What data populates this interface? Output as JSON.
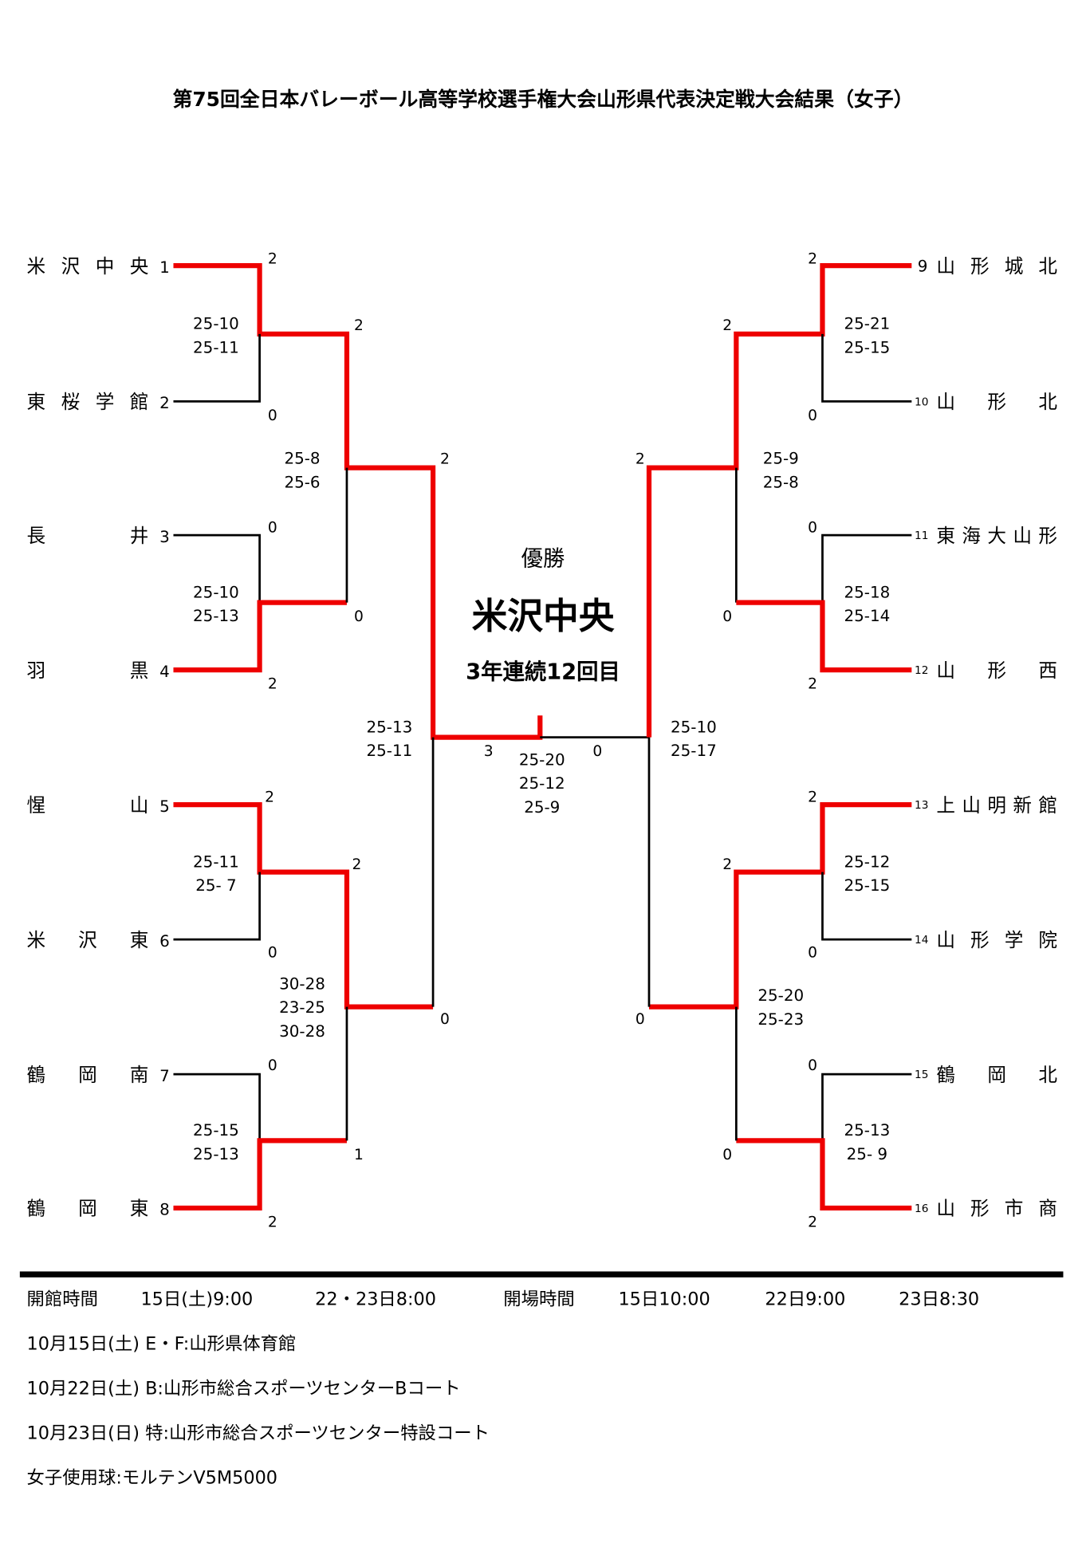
{
  "title": "第75回全日本バレーボール高等学校選手権大会山形県代表決定戦大会結果（女子）",
  "colors": {
    "winner": "#ee0000",
    "line": "#000000"
  },
  "teams_left": [
    {
      "name": "米沢中央",
      "seed": "1"
    },
    {
      "name": "東桜学館",
      "seed": "2"
    },
    {
      "name": "長井",
      "seed": "3"
    },
    {
      "name": "羽黒",
      "seed": "4"
    },
    {
      "name": "惺山",
      "seed": "5"
    },
    {
      "name": "米沢東",
      "seed": "6"
    },
    {
      "name": "鶴岡南",
      "seed": "7"
    },
    {
      "name": "鶴岡東",
      "seed": "8"
    }
  ],
  "teams_right": [
    {
      "name": "山形城北",
      "seed": "9"
    },
    {
      "name": "山形北",
      "seed": "10"
    },
    {
      "name": "東海大山形",
      "seed": "11"
    },
    {
      "name": "山形西",
      "seed": "12"
    },
    {
      "name": "上山明新館",
      "seed": "13"
    },
    {
      "name": "山形学院",
      "seed": "14"
    },
    {
      "name": "鶴岡北",
      "seed": "15"
    },
    {
      "name": "山形市商",
      "seed": "16"
    }
  ],
  "matches": [
    {
      "id": "L1-1",
      "scores": [
        "2",
        "0"
      ],
      "sets": [
        "25-10",
        "25-11"
      ]
    },
    {
      "id": "L1-2",
      "scores": [
        "0",
        "2"
      ],
      "sets": [
        "25-10",
        "25-13"
      ]
    },
    {
      "id": "L1-3",
      "scores": [
        "2",
        "0"
      ],
      "sets": [
        "25-11",
        "25- 7"
      ]
    },
    {
      "id": "L1-4",
      "scores": [
        "0",
        "2"
      ],
      "sets": [
        "25-15",
        "25-13"
      ]
    },
    {
      "id": "L2-1",
      "scores": [
        "2",
        "0"
      ],
      "sets": [
        "25-8",
        "25-6"
      ]
    },
    {
      "id": "L2-2",
      "scores": [
        "2",
        "1"
      ],
      "sets": [
        "30-28",
        "23-25",
        "30-28"
      ]
    },
    {
      "id": "L3",
      "scores": [
        "2",
        "0"
      ],
      "sets": [
        "25-13",
        "25-11"
      ]
    },
    {
      "id": "F",
      "scores": [
        "3",
        "0"
      ],
      "sets": [
        "25-20",
        "25-12",
        "25-9"
      ]
    },
    {
      "id": "R1-1",
      "scores": [
        "2",
        "0"
      ],
      "sets": [
        "25-21",
        "25-15"
      ]
    },
    {
      "id": "R1-2",
      "scores": [
        "0",
        "2"
      ],
      "sets": [
        "25-18",
        "25-14"
      ]
    },
    {
      "id": "R1-3",
      "scores": [
        "2",
        "0"
      ],
      "sets": [
        "25-12",
        "25-15"
      ]
    },
    {
      "id": "R1-4",
      "scores": [
        "0",
        "2"
      ],
      "sets": [
        "25-13",
        "25- 9"
      ]
    },
    {
      "id": "R2-1",
      "scores": [
        "2",
        "0"
      ],
      "sets": [
        "25-9",
        "25-8"
      ]
    },
    {
      "id": "R2-2",
      "scores": [
        "2",
        "0"
      ],
      "sets": [
        "25-20",
        "25-23"
      ]
    },
    {
      "id": "R3",
      "scores": [
        "2",
        "0"
      ],
      "sets": [
        "25-10",
        "25-17"
      ]
    }
  ],
  "champion": {
    "label": "優勝",
    "name": "米沢中央",
    "note": "3年連続12回目"
  },
  "footer": {
    "hours": [
      "開館時間",
      "15日(土)9:00",
      "22・23日8:00",
      "開場時間",
      "15日10:00",
      "22日9:00",
      "23日8:30"
    ],
    "lines": [
      "10月15日(土)  E・F:山形県体育館",
      "10月22日(土)  B:山形市総合スポーツセンターBコート",
      "10月23日(日)  特:山形市総合スポーツセンター特設コート",
      "女子使用球:モルテンV5M5000"
    ]
  }
}
